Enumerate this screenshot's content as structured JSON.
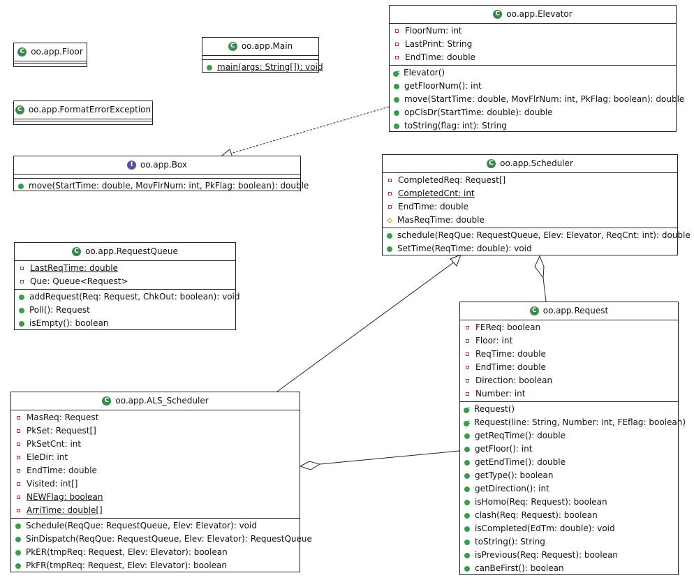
{
  "classes": {
    "floor": {
      "name": "oo.app.Floor",
      "kind": "class",
      "attributes": [],
      "operations": []
    },
    "main": {
      "name": "oo.app.Main",
      "kind": "class",
      "attributes": [],
      "operations": [
        {
          "vis": "public",
          "text": "main(args: String[]): void",
          "static": true
        }
      ]
    },
    "formatError": {
      "name": "oo.app.FormatErrorException",
      "kind": "class",
      "attributes": [],
      "operations": []
    },
    "elevator": {
      "name": "oo.app.Elevator",
      "kind": "class",
      "attributes": [
        {
          "vis": "private",
          "text": "FloorNum: int"
        },
        {
          "vis": "private",
          "text": "LastPrint: String"
        },
        {
          "vis": "private",
          "text": "EndTime: double"
        }
      ],
      "operations": [
        {
          "vis": "constructor",
          "text": "Elevator()"
        },
        {
          "vis": "public",
          "text": "getFloorNum(): int"
        },
        {
          "vis": "public",
          "text": "move(StartTime: double, MovFlrNum: int, PkFlag: boolean): double"
        },
        {
          "vis": "public",
          "text": "opClsDr(StartTime: double): double"
        },
        {
          "vis": "public",
          "text": "toString(flag: int): String"
        }
      ]
    },
    "box": {
      "name": "oo.app.Box",
      "kind": "interface",
      "attributes": [],
      "operations": [
        {
          "vis": "public",
          "text": "move(StartTime: double, MovFlrNum: int, PkFlag: boolean): double"
        }
      ]
    },
    "scheduler": {
      "name": "oo.app.Scheduler",
      "kind": "class",
      "attributes": [
        {
          "vis": "private",
          "text": "CompletedReq: Request[]"
        },
        {
          "vis": "private",
          "text": "CompletedCnt: int",
          "static": true
        },
        {
          "vis": "private",
          "text": "EndTime: double"
        },
        {
          "vis": "protected",
          "text": "MasReqTime: double"
        }
      ],
      "operations": [
        {
          "vis": "public",
          "text": "schedule(ReqQue: RequestQueue, Elev: Elevator, ReqCnt: int): double"
        },
        {
          "vis": "public",
          "text": "SetTime(ReqTime: double): void"
        }
      ]
    },
    "requestQueue": {
      "name": "oo.app.RequestQueue",
      "kind": "class",
      "attributes": [
        {
          "vis": "private",
          "text": "LastReqTime: double",
          "static": true
        },
        {
          "vis": "private",
          "text": "Que: Queue<Request>"
        }
      ],
      "operations": [
        {
          "vis": "public",
          "text": "addRequest(Req: Request, ChkOut: boolean): void"
        },
        {
          "vis": "public",
          "text": "Poll(): Request"
        },
        {
          "vis": "public",
          "text": "isEmpty(): boolean"
        }
      ]
    },
    "request": {
      "name": "oo.app.Request",
      "kind": "class",
      "attributes": [
        {
          "vis": "private",
          "text": "FEReq: boolean"
        },
        {
          "vis": "private",
          "text": "Floor: int"
        },
        {
          "vis": "private",
          "text": "ReqTime: double"
        },
        {
          "vis": "private",
          "text": "EndTime: double"
        },
        {
          "vis": "private",
          "text": "Direction: boolean"
        },
        {
          "vis": "private",
          "text": "Number: int"
        }
      ],
      "operations": [
        {
          "vis": "constructor",
          "text": "Request()"
        },
        {
          "vis": "constructor",
          "text": "Request(line: String, Number: int, FEflag: boolean)"
        },
        {
          "vis": "public",
          "text": "getReqTime(): double"
        },
        {
          "vis": "public",
          "text": "getFloor(): int"
        },
        {
          "vis": "public",
          "text": "getEndTime(): double"
        },
        {
          "vis": "public",
          "text": "getType(): boolean"
        },
        {
          "vis": "public",
          "text": "getDirection(): int"
        },
        {
          "vis": "public",
          "text": "isHomo(Req: Request): boolean"
        },
        {
          "vis": "public",
          "text": "clash(Req: Request): boolean"
        },
        {
          "vis": "public",
          "text": "isCompleted(EdTm: double): void"
        },
        {
          "vis": "public",
          "text": "toString(): String"
        },
        {
          "vis": "public",
          "text": "isPrevious(Req: Request): boolean"
        },
        {
          "vis": "public",
          "text": "canBeFirst(): boolean"
        }
      ]
    },
    "alsScheduler": {
      "name": "oo.app.ALS_Scheduler",
      "kind": "class",
      "attributes": [
        {
          "vis": "private",
          "text": "MasReq: Request"
        },
        {
          "vis": "private",
          "text": "PkSet: Request[]"
        },
        {
          "vis": "private",
          "text": "PkSetCnt: int"
        },
        {
          "vis": "private",
          "text": "EleDir: int"
        },
        {
          "vis": "private",
          "text": "EndTime: double"
        },
        {
          "vis": "private",
          "text": "Visited: int[]"
        },
        {
          "vis": "private",
          "text": "NEWFlag: boolean",
          "static": true
        },
        {
          "vis": "private",
          "text": "ArriTime: double[]",
          "static": true
        }
      ],
      "operations": [
        {
          "vis": "public",
          "text": "Schedule(ReqQue: RequestQueue, Elev: Elevator): void"
        },
        {
          "vis": "public",
          "text": "SinDispatch(ReqQue: RequestQueue, Elev: Elevator): RequestQueue"
        },
        {
          "vis": "public",
          "text": "PkER(tmpReq: Request, Elev: Elevator): boolean"
        },
        {
          "vis": "public",
          "text": "PkFR(tmpReq: Request, Elev: Elevator): boolean"
        }
      ]
    }
  },
  "relations": [
    {
      "type": "realization",
      "from": "elevator",
      "to": "box"
    },
    {
      "type": "generalization",
      "from": "alsScheduler",
      "to": "scheduler"
    },
    {
      "type": "aggregation",
      "whole": "scheduler",
      "part": "request"
    },
    {
      "type": "aggregation",
      "whole": "alsScheduler",
      "part": "request"
    }
  ]
}
